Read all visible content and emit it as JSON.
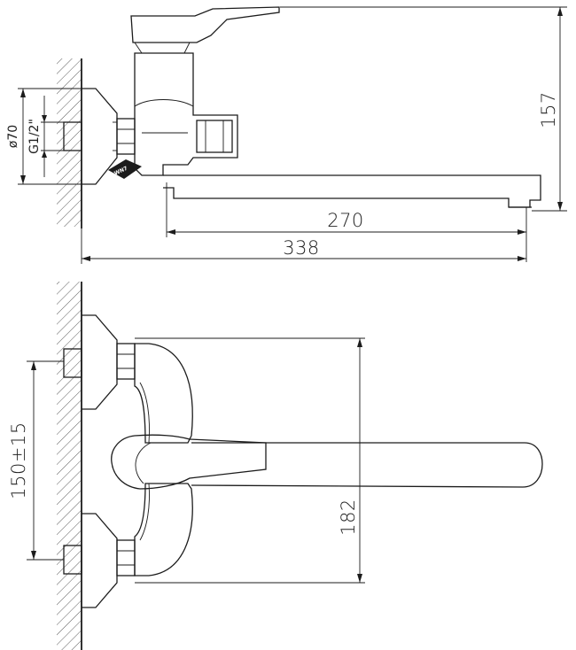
{
  "dimensions": {
    "height_total": "157",
    "spout_reach": "270",
    "overall_length": "338",
    "flange_diameter": "ø70",
    "thread": "G1/2\"",
    "center_distance": "150±15",
    "width_top": "182",
    "wrench": "WN7"
  },
  "colors": {
    "line": "#1c1c1c",
    "background": "#ffffff"
  }
}
